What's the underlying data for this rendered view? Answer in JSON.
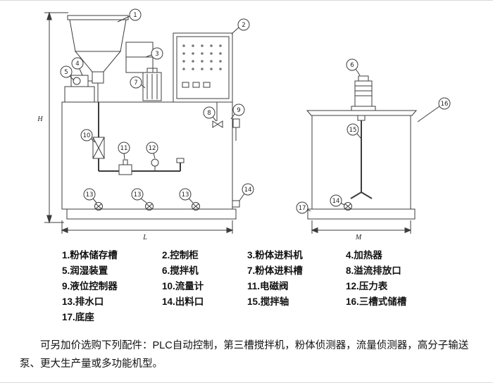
{
  "colors": {
    "ink": "#3c3c3c",
    "page_border": "#d9d9d9",
    "background": "#ffffff"
  },
  "diagram": {
    "dims": {
      "h": "H",
      "l": "L",
      "m": "M"
    },
    "callouts": {
      "n1": "1",
      "n2": "2",
      "n3": "3",
      "n4": "4",
      "n5": "5",
      "n6": "6",
      "n7": "7",
      "n8": "8",
      "n9": "9",
      "n10": "10",
      "n11": "11",
      "n12": "12",
      "n13": "13",
      "n14": "14",
      "n15": "15",
      "n16": "16",
      "n17": "17"
    }
  },
  "legend": {
    "items": [
      "1.粉体储存槽",
      "2.控制柜",
      "3.粉体进料机",
      "4.加热器",
      "5.润湿装置",
      "6.搅拌机",
      "7.粉体进料槽",
      "8.溢流排放口",
      "9.液位控制器",
      "10.流量计",
      "11.电磁阀",
      "12.压力表",
      "13.排水口",
      "14.出料口",
      "15.搅拌轴",
      "16.三槽式储槽",
      "17.底座"
    ]
  },
  "footer": {
    "text": "可另加价选购下列配件：PLC自动控制，第三槽搅拌机，粉体侦测器，流量侦测器，高分子输送泵、更大生产量或多功能机型。"
  }
}
